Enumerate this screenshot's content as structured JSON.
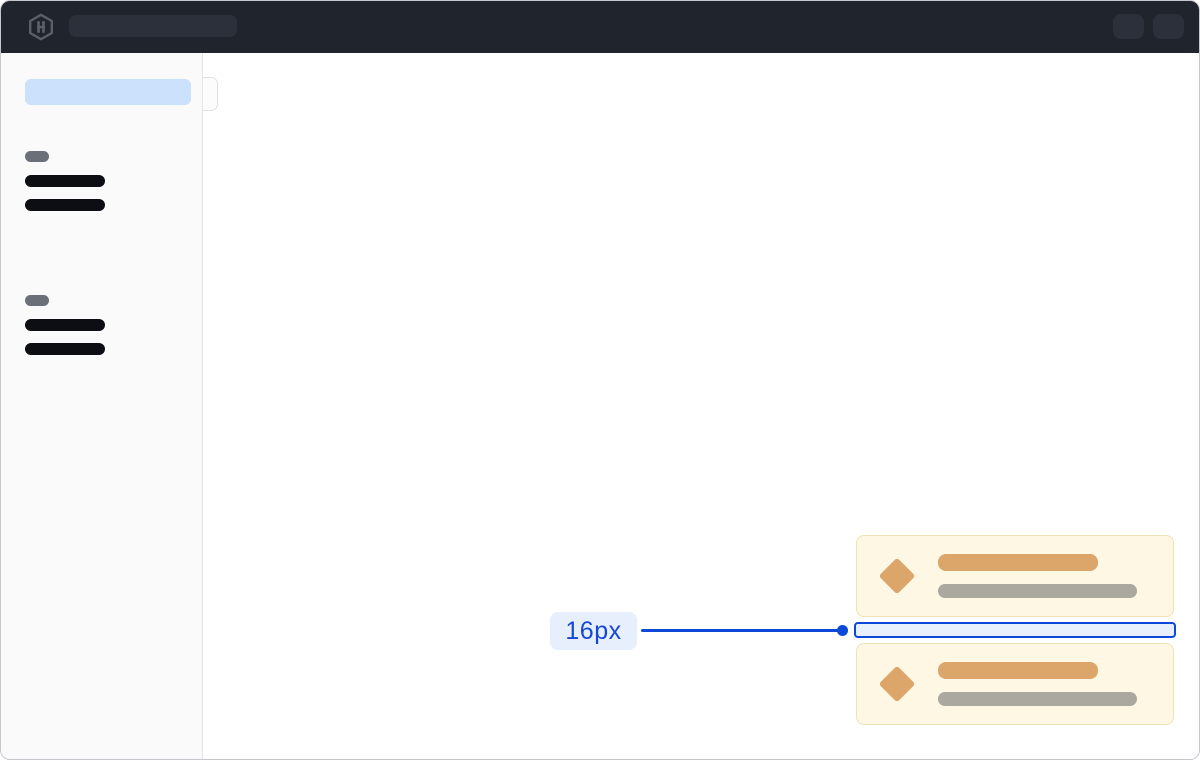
{
  "topbar": {
    "logo_icon": "hashicorp-logo",
    "search_skeleton": true,
    "action_pill_skeletons": 2
  },
  "sidebar": {
    "active_item_skeleton": true,
    "collapse_tab": true,
    "sections": [
      {
        "label_skeleton": true,
        "item_skeletons": 2
      },
      {
        "label_skeleton": true,
        "item_skeletons": 2
      }
    ]
  },
  "annotation": {
    "label": "16px"
  },
  "cards": {
    "count": 2,
    "icon": "diamond-icon",
    "title_bar_skeleton": true,
    "subtitle_bar_skeleton": true
  },
  "colors": {
    "topbar_bg": "#1f242d",
    "topbar_pill": "#2b303a",
    "logo_gray": "#5b5f67",
    "sidebar_bg": "#fafafa",
    "sidebar_active": "#cce1fc",
    "skeleton_dark": "#0c0e13",
    "skeleton_gray": "#6b6f78",
    "card_bg": "#fdf7e4",
    "card_border": "#f1e1b9",
    "card_accent": "#dca569",
    "card_muted": "#aba89f",
    "accent_blue": "#0c49d8",
    "annotation_bg": "#e7effc"
  }
}
